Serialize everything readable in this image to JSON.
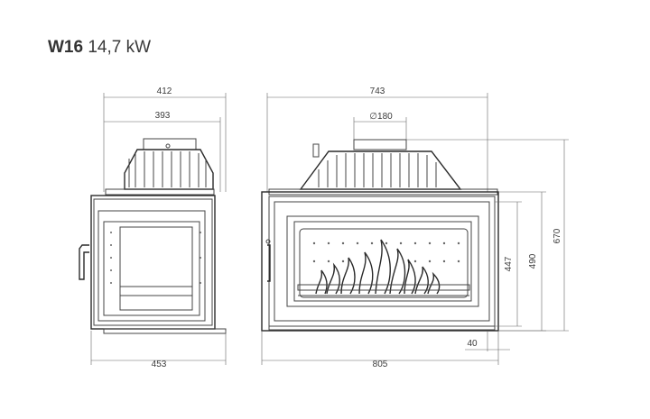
{
  "header": {
    "model": "W16",
    "power": "14,7 kW"
  },
  "dimensions": {
    "side_top_outer": "412",
    "side_top_inner": "393",
    "side_bottom": "453",
    "front_top": "743",
    "front_flue": "∅180",
    "front_bottom": "805",
    "front_height_inner": "447",
    "front_height_mid": "490",
    "front_height_total": "670",
    "front_base_offset": "40"
  },
  "colors": {
    "line": "#444444",
    "text": "#3a3a3a",
    "background": "#ffffff"
  }
}
